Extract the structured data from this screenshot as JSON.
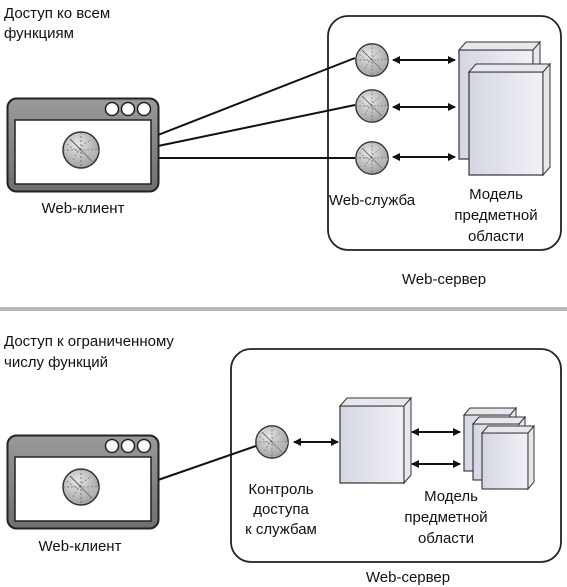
{
  "top": {
    "title_line1": "Доступ ко всем",
    "title_line2": "функциям",
    "client_label": "Web-клиент",
    "service_label": "Web-служба",
    "model_line1": "Модель",
    "model_line2": "предметной",
    "model_line3": "области",
    "server_label": "Web-сервер"
  },
  "bottom": {
    "title_line1": "Доступ к ограниченному",
    "title_line2": "числу функций",
    "client_label": "Web-клиент",
    "access_line1": "Контроль",
    "access_line2": "доступа",
    "access_line3": "к службам",
    "model_line1": "Модель",
    "model_line2": "предметной",
    "model_line3": "области",
    "server_label": "Web-сервер"
  }
}
